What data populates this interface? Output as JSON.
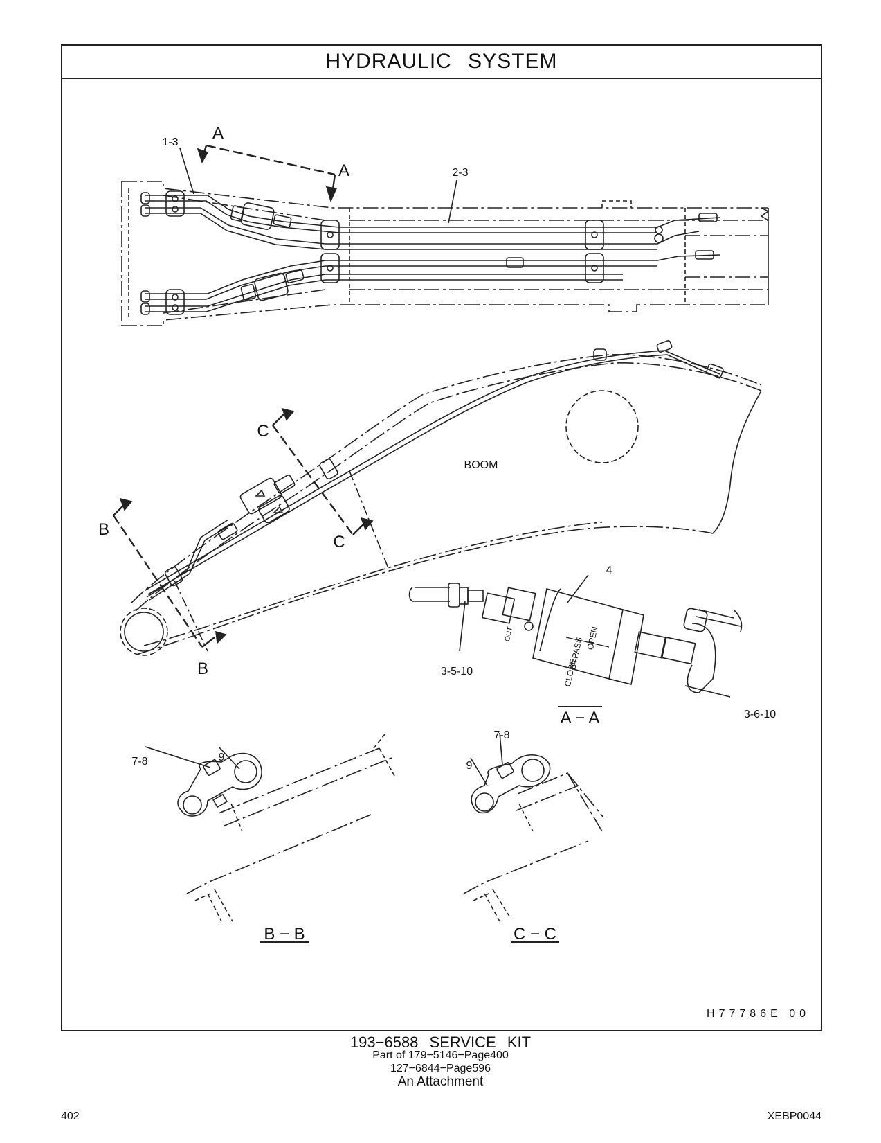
{
  "header": {
    "title": "HYDRAULIC   SYSTEM"
  },
  "drawing": {
    "callouts": {
      "c1_3": "1-3",
      "c2_3": "2-3",
      "c4": "4",
      "c3_5_10": "3-5-10",
      "c3_6_10": "3-6-10",
      "c7_8_b": "7-8",
      "c9_b": "9",
      "c7_8_c": "7-8",
      "c9_c": "9"
    },
    "section_letters": {
      "a": "A",
      "b": "B",
      "c": "C"
    },
    "section_views": {
      "aa": "A − A",
      "bb": "B − B",
      "cc": "C − C"
    },
    "boom_label": "BOOM",
    "valve_text": {
      "bypass": "BYPASS",
      "open": "OPEN",
      "close": "CLOSE",
      "out": "OUT"
    },
    "drawing_id": "H77786E    00"
  },
  "footer": {
    "kit_title": "193−6588   SERVICE  KIT",
    "line1": "Part of 179−5146−Page400",
    "line2": "127−6844−Page596",
    "line3": "An Attachment",
    "page_number": "402",
    "doc_code": "XEBP0044"
  }
}
